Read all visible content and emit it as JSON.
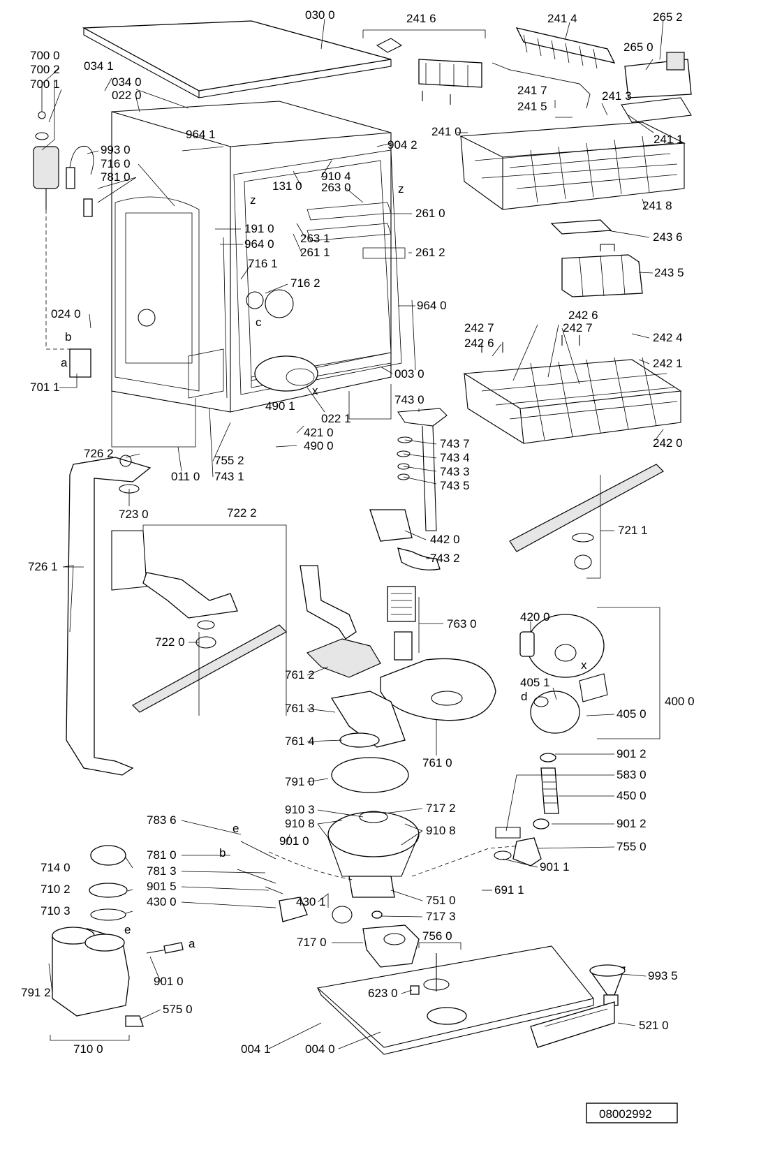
{
  "drawing_number": "08002992",
  "letters": [
    "z",
    "z",
    "c",
    "b",
    "a",
    "x",
    "x",
    "d",
    "e",
    "e",
    "b",
    "a"
  ],
  "callouts": [
    "030 0",
    "241 6",
    "241 4",
    "265 2",
    "265 0",
    "700 0",
    "700 2",
    "700 1",
    "034 1",
    "034 0",
    "022 0",
    "241 7",
    "241 3",
    "241 5",
    "241 0",
    "241 1",
    "964 1",
    "993 0",
    "904 2",
    "716 0",
    "910 4",
    "781 0",
    "131 0",
    "263 0",
    "261 0",
    "241 8",
    "191 0",
    "263 1",
    "261 1",
    "964 0",
    "261 2",
    "243 6",
    "716 1",
    "716 2",
    "243 5",
    "964 0",
    "024 0",
    "242 6",
    "242 7",
    "242 7",
    "242 6",
    "242 4",
    "242 1",
    "701 1",
    "003 0",
    "743 0",
    "490 1",
    "022 1",
    "421 0",
    "490 0",
    "743 7",
    "743 4",
    "743 3",
    "743 5",
    "242 0",
    "726 2",
    "755 2",
    "011 0",
    "743 1",
    "723 0",
    "722 2",
    "721 1",
    "442 0",
    "726 1",
    "743 2",
    "763 0",
    "420 0",
    "722 0",
    "761 2",
    "400 0",
    "405 1",
    "761 3",
    "405 0",
    "761 4",
    "761 0",
    "901 2",
    "791 0",
    "583 0",
    "450 0",
    "910 3",
    "717 2",
    "910 8",
    "910 8",
    "901 2",
    "783 6",
    "901 0",
    "755 0",
    "781 0",
    "781 3",
    "901 1",
    "714 0",
    "430 1",
    "710 2",
    "901 5",
    "751 0",
    "691 1",
    "430 0",
    "710 3",
    "717 3",
    "756 0",
    "717 0",
    "901 0",
    "993 5",
    "623 0",
    "791 2",
    "575 0",
    "004 1",
    "004 0",
    "521 0",
    "710 0"
  ]
}
